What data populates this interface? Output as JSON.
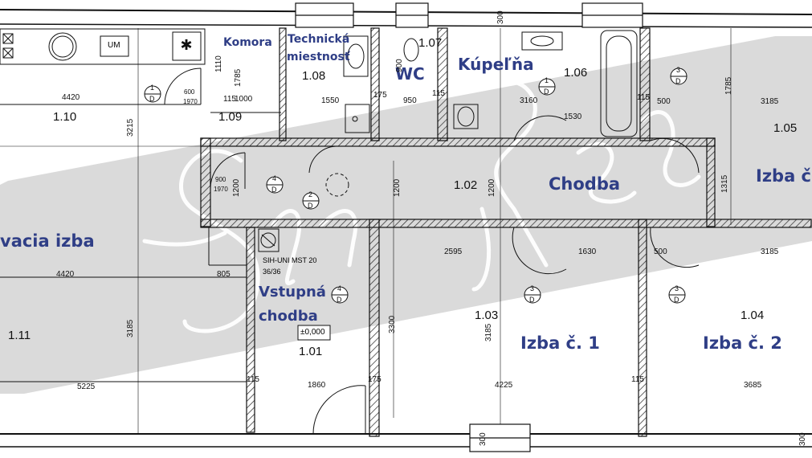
{
  "rooms": {
    "komora": "Komora",
    "technicka_1": "Technická",
    "technicka_2": "miestnosť",
    "wc": "WC",
    "kupelna": "Kúpeľňa",
    "chodba": "Chodba",
    "izba_c_left": "Izba č.",
    "obyvacia": "vacia izba",
    "vstupna_1": "Vstupná",
    "vstupna_2": "chodba",
    "izba1": "Izba č. 1",
    "izba2": "Izba č. 2"
  },
  "numbers": {
    "r110": "1.10",
    "r109": "1.09",
    "r108": "1.08",
    "r107": "1.07",
    "r106": "1.06",
    "r105": "1.05",
    "r102": "1.02",
    "r103": "1.03",
    "r104": "1.04",
    "r101": "1.01",
    "r111": "1.11"
  },
  "dims": {
    "d4420a": "4420",
    "d1110": "1110",
    "d1785a": "1785",
    "d1000": "1000",
    "d115a": "115",
    "d1550": "1550",
    "d175a": "175",
    "d950": "950",
    "d900a": "900",
    "d3160": "3160",
    "d1530": "1530",
    "d500a": "500",
    "d3185a": "3185",
    "d1785b": "1785",
    "d1315": "1315",
    "d3215": "3215",
    "d1200a": "1200",
    "d1200b": "1200",
    "d1200c": "1200",
    "d4420b": "4420",
    "d805": "805",
    "d2595": "2595",
    "d1630": "1630",
    "d500b": "500",
    "d3185b": "3185",
    "d3185c": "3185",
    "d3300": "3300",
    "d3185d": "3185",
    "d5225": "5225",
    "d1860": "1860",
    "d4225": "4225",
    "d3685": "3685",
    "d300a": "300",
    "d300b": "300",
    "d300c": "300",
    "d115b": "115",
    "d115c": "115",
    "d175b": "175",
    "d115d": "115",
    "d115e": "115",
    "d600": "600",
    "d1970a": "1970",
    "d900b": "900",
    "d1970b": "1970"
  },
  "marks": {
    "um": "UM",
    "sih_1": "SIH-UNI MST 20",
    "sih_2": "36/36",
    "level": "±0,000",
    "door_1": "1",
    "door_2": "2",
    "door_3": "3",
    "door_4": "4",
    "door_D": "D"
  },
  "watermark": "Sun Real"
}
